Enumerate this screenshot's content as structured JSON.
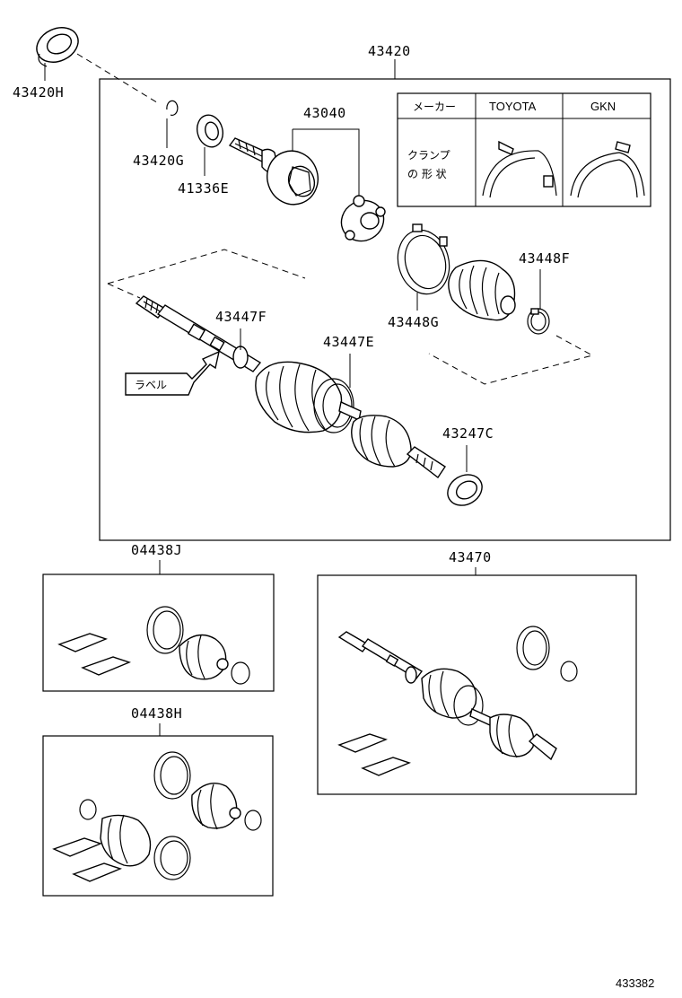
{
  "labels": {
    "p43420H": "43420H",
    "p43420": "43420",
    "p43420G": "43420G",
    "p41336E": "41336E",
    "p43040": "43040",
    "p43448F": "43448F",
    "p43448G": "43448G",
    "p43447F": "43447F",
    "p43447E": "43447E",
    "p43247C": "43247C",
    "p04438J": "04438J",
    "p43470": "43470",
    "p04438H": "04438H"
  },
  "label_callout": "ラベル",
  "clamp_table": {
    "header_maker": "メーカー",
    "header_toyota": "TOYOTA",
    "header_gkn": "GKN",
    "row_label_line1": "クランプ",
    "row_label_line2": "の 形 状"
  },
  "reference_number": "433382"
}
